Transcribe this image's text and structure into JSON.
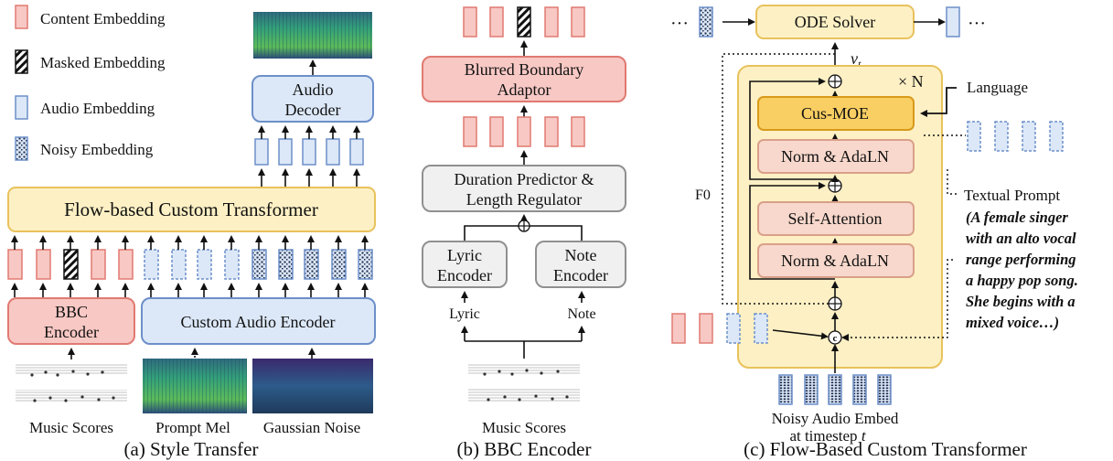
{
  "legend": {
    "content": "Content Embedding",
    "masked": "Masked Embedding",
    "audio": "Audio Embedding",
    "noisy": "Noisy Embedding"
  },
  "panel_a": {
    "caption": "(a) Style Transfer",
    "transformer": "Flow-based Custom Transformer",
    "audio_decoder_1": "Audio",
    "audio_decoder_2": "Decoder",
    "bbc_encoder_1": "BBC",
    "bbc_encoder_2": "Encoder",
    "custom_audio_encoder": "Custom Audio Encoder",
    "input_scores": "Music Scores",
    "input_prompt": "Prompt Mel",
    "input_noise": "Gaussian Noise"
  },
  "panel_b": {
    "caption": "(b) BBC Encoder",
    "adaptor_1": "Blurred Boundary",
    "adaptor_2": "Adaptor",
    "duration_1": "Duration Predictor &",
    "duration_2": "Length Regulator",
    "lyric_enc_1": "Lyric",
    "lyric_enc_2": "Encoder",
    "note_enc_1": "Note",
    "note_enc_2": "Encoder",
    "lyric": "Lyric",
    "note": "Note",
    "input_scores": "Music Scores"
  },
  "panel_c": {
    "caption": "(c) Flow-Based Custom Transformer",
    "ode": "ODE Solver",
    "ellipsis": "···",
    "vt": "v",
    "vt_sub": "t",
    "times_n": "× N",
    "cus_moe": "Cus-MOE",
    "norm1": "Norm & AdaLN",
    "self_attn": "Self-Attention",
    "norm2": "Norm & AdaLN",
    "language": "Language",
    "f0": "F0",
    "textual_prompt": "Textual Prompt",
    "prompt_lines": [
      "(A female singer",
      "with an alto vocal",
      "range performing",
      "a happy pop song.",
      "She begins with a",
      "mixed voice…)"
    ],
    "noisy_1": "Noisy Audio Embed",
    "noisy_2": "at timestep",
    "noisy_t": "t",
    "concat": "c"
  },
  "colors": {
    "content_fill": "#f8c8c4",
    "content_stroke": "#e07a72",
    "audio_fill": "#dce8f8",
    "audio_stroke": "#6d8fc9",
    "yellow_fill": "#fdf0c4",
    "yellow_stroke": "#e8c25c",
    "moe_fill": "#f9cf63",
    "moe_stroke": "#d89a1a",
    "gray_fill": "#f0f0f0",
    "gray_stroke": "#909090",
    "red_box_fill": "#f8c8c4",
    "red_box_stroke": "#e07a72"
  }
}
